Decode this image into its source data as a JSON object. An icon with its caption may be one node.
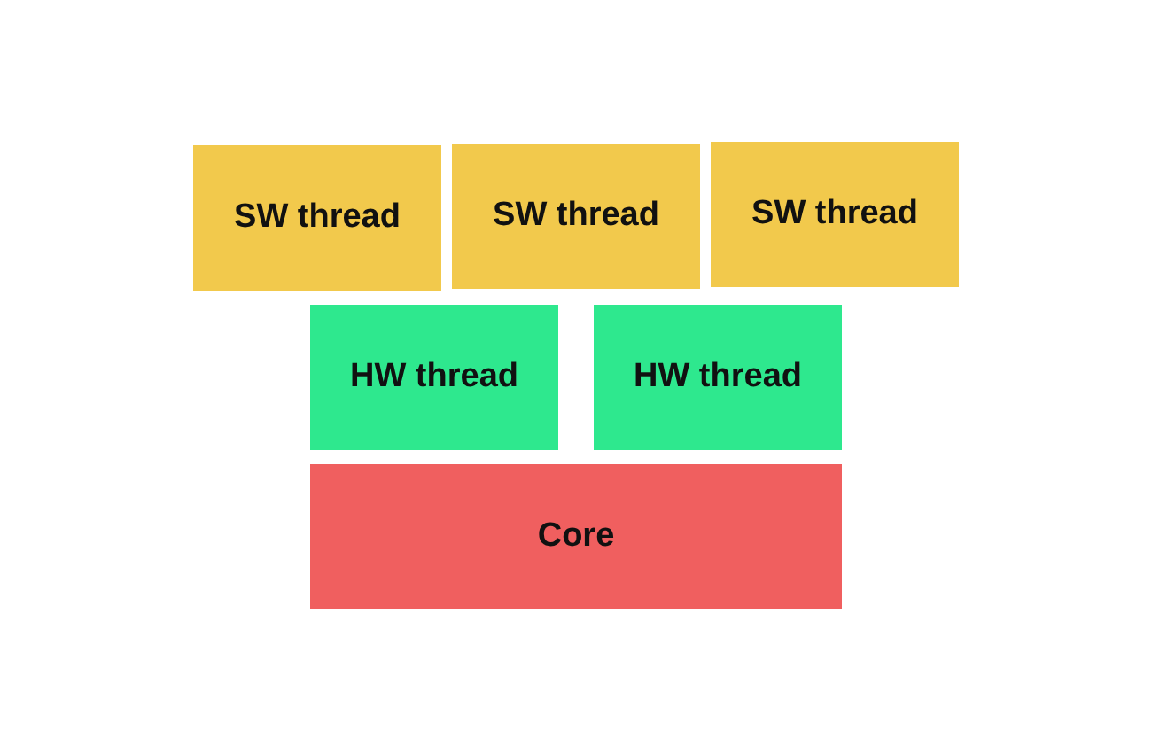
{
  "diagram": {
    "nodes": [
      {
        "text": [
          "SW thread"
        ]
      },
      {
        "text": [
          "SW thread"
        ]
      },
      {
        "text": [
          "SW thread"
        ]
      },
      {
        "text": [
          "HW thread"
        ]
      },
      {
        "text": [
          "HW thread"
        ]
      },
      {
        "text": [
          "Core"
        ]
      }
    ]
  }
}
